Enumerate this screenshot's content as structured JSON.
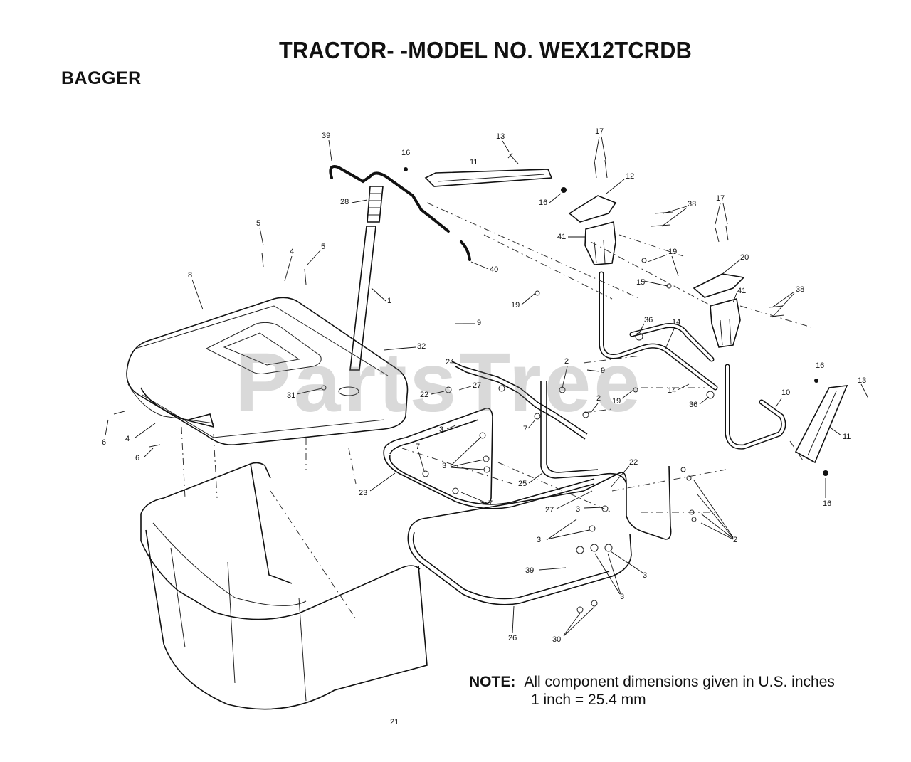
{
  "header": {
    "title": "TRACTOR- -MODEL NO. WEX12TCRDB",
    "section": "BAGGER"
  },
  "note": {
    "label": "NOTE:",
    "line1": "All component dimensions given in U.S. inches",
    "line2": "1 inch = 25.4 mm"
  },
  "watermark": "PartsTree",
  "callouts": [
    "39",
    "13",
    "16",
    "11",
    "17",
    "12",
    "28",
    "16",
    "38",
    "17",
    "41",
    "19",
    "5",
    "5",
    "4",
    "40",
    "15",
    "20",
    "8",
    "1",
    "19",
    "41",
    "38",
    "36",
    "14",
    "9",
    "32",
    "24",
    "2",
    "9",
    "31",
    "22",
    "27",
    "16",
    "13",
    "2",
    "19",
    "14",
    "36",
    "10",
    "6",
    "4",
    "7",
    "3",
    "6",
    "7",
    "3",
    "11",
    "22",
    "23",
    "25",
    "7",
    "27",
    "3",
    "16",
    "2",
    "3",
    "3",
    "39",
    "3",
    "26",
    "30"
  ]
}
